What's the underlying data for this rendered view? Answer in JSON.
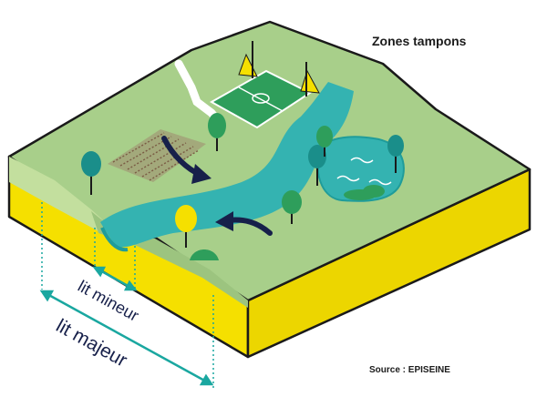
{
  "title": "Zones tampons",
  "labels": {
    "lit_mineur": "lit mineur",
    "lit_majeur": "lit majeur"
  },
  "source": "Source : EPISEINE",
  "colors": {
    "ground": "#a8cf8a",
    "ground_light": "#c3df9e",
    "water": "#34b3b1",
    "water_dark": "#1f9c9a",
    "block_yellow": "#f5e000",
    "block_side": "#e8d400",
    "outline": "#1a1a1a",
    "tree": "#1a8e8a",
    "tree_dark": "#0f6f6c",
    "arrow": "#17204a",
    "measure": "#1aa7a0",
    "field": "#2e9e5b"
  }
}
